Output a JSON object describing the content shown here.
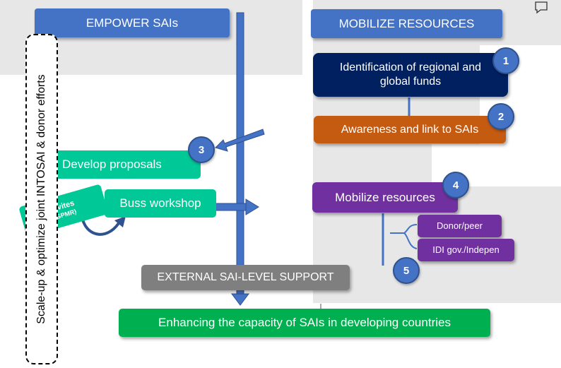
{
  "left_header": "EMPOWER SAIs",
  "right_header": "MOBILIZE RESOURCES",
  "side_label": "Scale-up & optimize joint INTOSAI & donor efforts",
  "identification": "Identification of regional and global funds",
  "awareness": "Awareness and link to SAIs",
  "develop": "Develop proposals",
  "buss": "Buss workshop",
  "invites_line1": "invites",
  "invites_line2": "I SPMR)",
  "mobilize": "Mobilize resources",
  "donor": "Donor/peer",
  "idi": "IDI gov./Indepen",
  "external": "EXTERNAL SAI-LEVEL SUPPORT",
  "enhancing": "Enhancing the capacity of SAIs in developing countries",
  "badges": [
    "1",
    "2",
    "3",
    "4",
    "5"
  ],
  "colors": {
    "header_blue": "#4472c4",
    "navy": "#002060",
    "orange": "#c55a11",
    "teal": "#00c896",
    "purple": "#7030a0",
    "gray": "#7f7f7f",
    "green": "#00b050"
  }
}
